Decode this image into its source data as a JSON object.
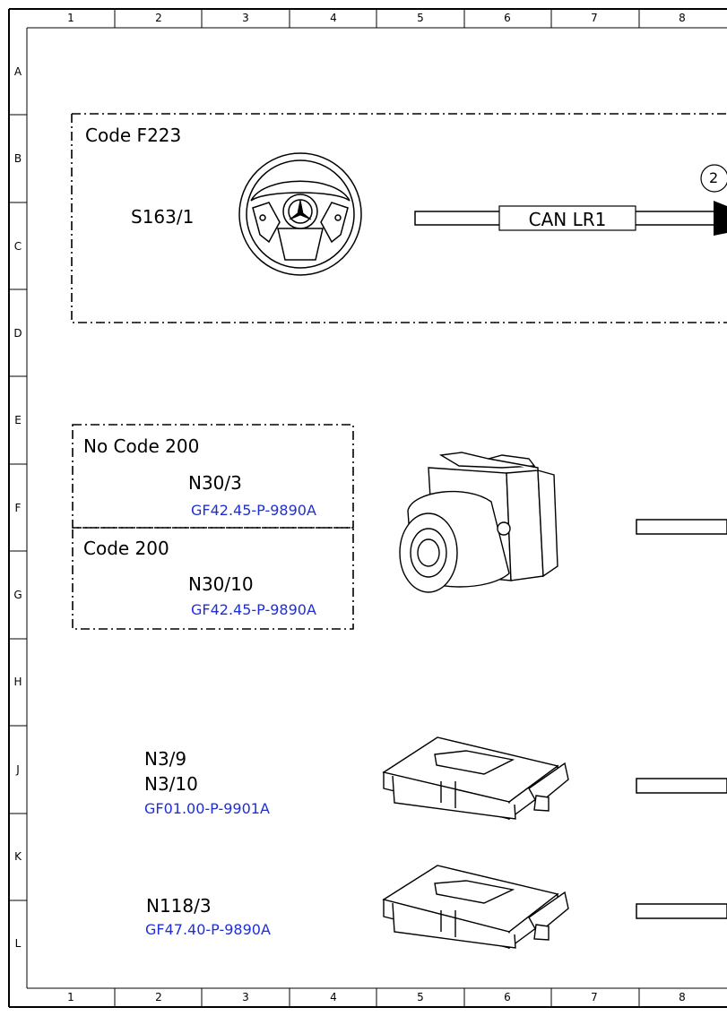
{
  "grid": {
    "columns": [
      "1",
      "2",
      "3",
      "4",
      "5",
      "6",
      "7",
      "8"
    ],
    "rows": [
      "A",
      "B",
      "C",
      "D",
      "E",
      "F",
      "G",
      "H",
      "J",
      "K",
      "L"
    ]
  },
  "group_f223": {
    "code": "Code F223",
    "component": "S163/1",
    "bus": "CAN LR1",
    "connector_ref": "2"
  },
  "group_200": {
    "no_code": "No Code 200",
    "no_code_component": "N30/3",
    "no_code_link": "GF42.45-P-9890A",
    "code": "Code 200",
    "code_component": "N30/10",
    "code_link": "GF42.45-P-9890A"
  },
  "group_n3": {
    "component_1": "N3/9",
    "component_2": "N3/10",
    "link": "GF01.00-P-9901A"
  },
  "group_n118": {
    "component": "N118/3",
    "link": "GF47.40-P-9890A"
  },
  "colors": {
    "link": "#1f2fd6",
    "line": "#000000"
  },
  "icons": [
    "steering-wheel-icon",
    "abs-control-unit-icon",
    "control-unit-box-icon"
  ]
}
